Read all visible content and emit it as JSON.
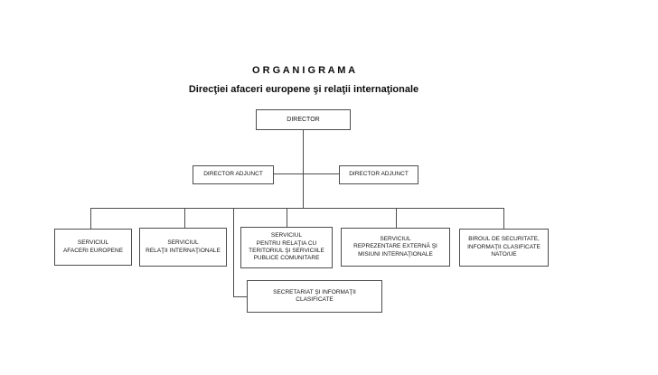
{
  "title": "O R G A N I G R A M A",
  "subtitle": "Direcţiei afaceri europene şi relaţii internaţionale",
  "colors": {
    "background": "#ffffff",
    "box_border": "#4d4d4d",
    "connector_line": "#4d4d4d",
    "text": "#111111"
  },
  "nodes": {
    "director": {
      "label": "DIRECTOR"
    },
    "deputies": [
      {
        "label": "DIRECTOR ADJUNCT"
      },
      {
        "label": "DIRECTOR ADJUNCT"
      }
    ],
    "services": [
      {
        "label": "SERVICIUL\nAFACERI EUROPENE"
      },
      {
        "label": "SERVICIUL\nRELAŢII INTERNAŢIONALE"
      },
      {
        "label": "SERVICIUL\nPENTRU RELAŢIA CU\nTERITORIUL ŞI SERVICIILE\nPUBLICE COMUNITARE"
      },
      {
        "label": "SERVICIUL\nREPREZENTARE EXTERNĂ ŞI\nMISIUNI INTERNAŢIONALE"
      },
      {
        "label": "BIROUL DE SECURITATE,\nINFORMAŢII CLASIFICATE\nNATO/UE"
      }
    ],
    "secretariat": {
      "label": "SECRETARIAT ŞI INFORMAŢII\nCLASIFICATE"
    }
  }
}
